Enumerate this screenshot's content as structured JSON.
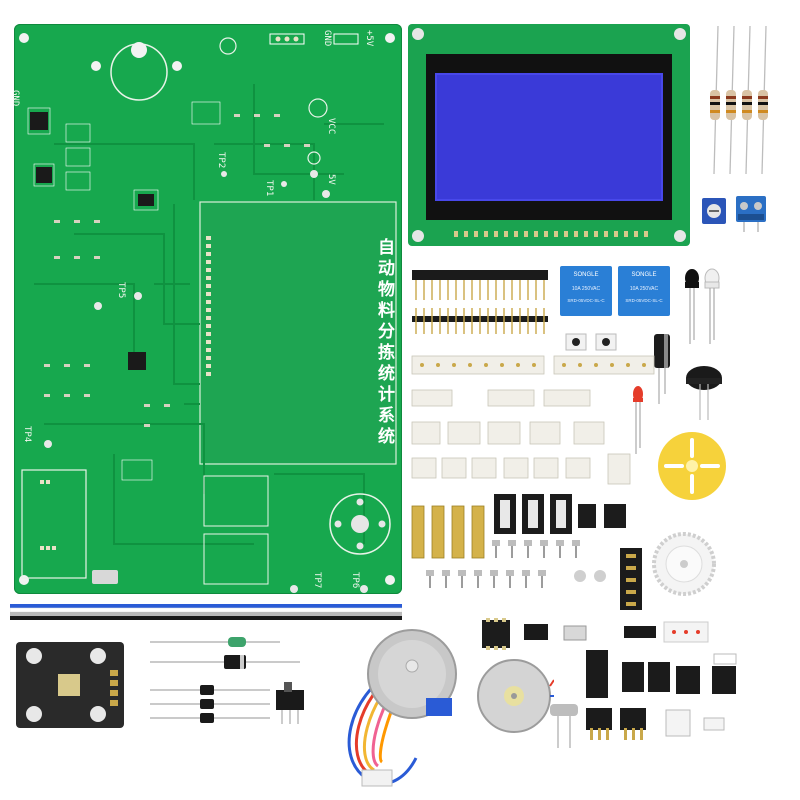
{
  "pcb": {
    "title_text": "自动物料分拣统计系统",
    "labels": {
      "gnd_left": "GND",
      "vcc_top": "+5V",
      "gnd_top": "GND",
      "vcc": "VCC",
      "v5": "5V",
      "tp1": "TP1",
      "tp2": "TP2",
      "tp4": "TP4",
      "tp5": "TP5",
      "tp6": "TP6",
      "tp7": "TP7"
    }
  },
  "relays": {
    "brand": "SONGLE",
    "model": "SRD-05VDC-SL-C",
    "rating": "10A 250VAC"
  },
  "colors": {
    "pcb_green": "#17a84e",
    "lcd_blue": "#3a3ad8",
    "relay_blue": "#2a7fd6",
    "trimpot_blue": "#2b55b8",
    "yellow_wheel": "#f6d23b",
    "header_black": "#1b1b1b"
  },
  "icons": [
    "tcs-color-sensor-module",
    "stepper-motor",
    "dc-motor",
    "lcd-module",
    "relay",
    "gear",
    "buzzer"
  ]
}
